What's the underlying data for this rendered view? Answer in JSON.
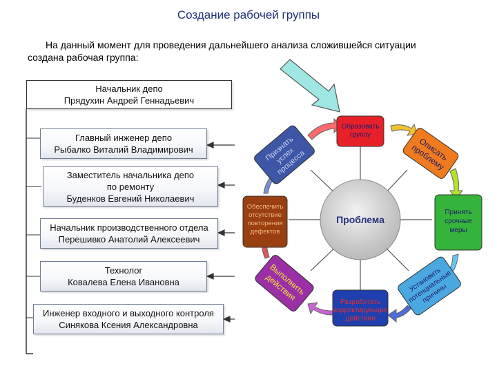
{
  "title": "Создание рабочей группы",
  "intro": "На данный момент для проведения дальнейшего анализа сложившейся ситуации создана рабочая группа:",
  "org": {
    "head": "Начальник депо\nПрядухин Андрей Геннадьевич",
    "members": [
      "Главный инженер депо\nРыбалко Виталий Владимирович",
      "Заместитель начальника депо\nпо ремонту\nБуденков Евгений Николаевич",
      "Начальник производственного отдела\nПерешивко Анатолий Алексеевич",
      "Технолог\nКовалева Елена Ивановна",
      "Инженер входного и выходного контроля\nСинякова Ксения Александровна"
    ]
  },
  "cycle": {
    "center": "Проблема",
    "steps": [
      {
        "label": "Образовать группу",
        "color": "#e8202a"
      },
      {
        "label": "Описать проблему",
        "color": "#f07a1e"
      },
      {
        "label": "Принять срочные меры",
        "color": "#35b33a"
      },
      {
        "label": "Установить потенциальные причины",
        "color": "#4aa7e0"
      },
      {
        "label": "Разработать корректирующие действия",
        "color": "#1f3fae"
      },
      {
        "label": "Выполнить действия",
        "color": "#9b2fa5"
      },
      {
        "label": "Обеспечить отсутствие повторения дефектов",
        "color": "#9a3f10"
      },
      {
        "label": "Признать успех процесса",
        "color": "#3d56a5"
      }
    ]
  },
  "colors": {
    "arrow_fill": "#9fe7e3",
    "spoke": "#555555",
    "circle": "#c9c9c9"
  }
}
